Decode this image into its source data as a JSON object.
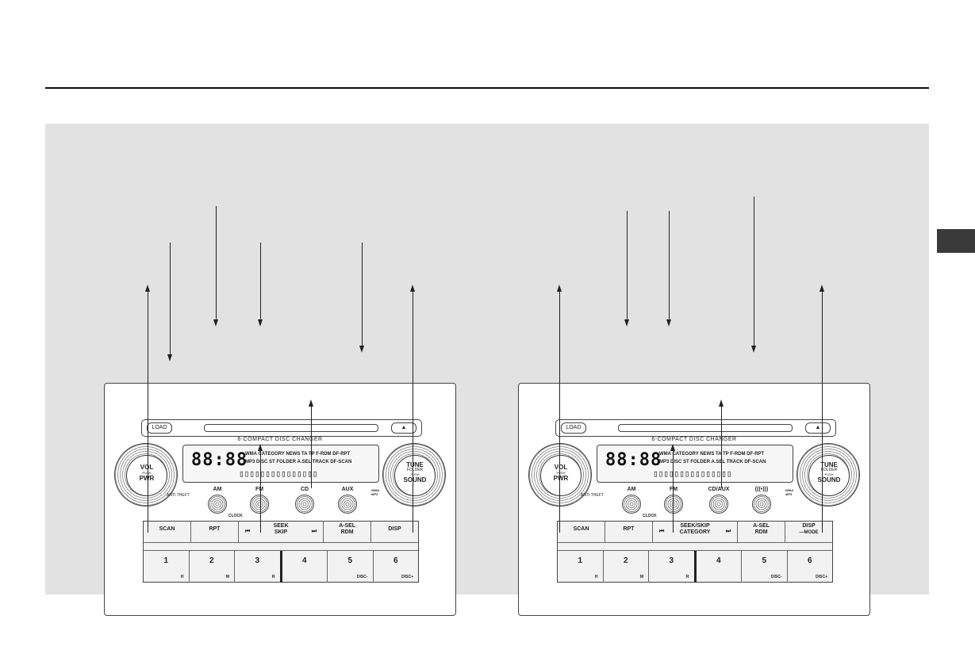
{
  "left_unit": {
    "load_label": "LOAD",
    "eject_label": "▲",
    "changer_label": "6-COMPACT DISC CHANGER",
    "display_digits": "88:88",
    "indicators_top": "WMA CATEGORY NEWS TA TP F-RDM DF-RPT",
    "indicators_bottom": "MP3 DISC ST FOLDER A.SEL TRACK DF-SCAN",
    "vol_knob": {
      "line1": "VOL",
      "line2": "PUSH",
      "line3": "PWR"
    },
    "tune_knob": {
      "line1": "TUNE",
      "line1b": "FOLDER",
      "line2": "PUSH",
      "line3": "SOUND"
    },
    "sources": [
      "AM",
      "FM",
      "CD",
      "AUX"
    ],
    "clock_label": "CLOCK",
    "anti_theft_label": "ANTI THEFT",
    "function_buttons": {
      "scan": "SCAN",
      "rpt": "RPT",
      "seek_top": "SEEK",
      "seek_bottom": "SKIP",
      "asel_top": "A-SEL",
      "asel_bottom": "RDM",
      "disp": "DISP"
    },
    "presets": [
      {
        "num": "1",
        "sub": "H"
      },
      {
        "num": "2",
        "sub": "M"
      },
      {
        "num": "3",
        "sub": "R"
      },
      {
        "num": "4",
        "sub": ""
      },
      {
        "num": "5",
        "sub": "DISC-"
      },
      {
        "num": "6",
        "sub": "DISC+"
      }
    ]
  },
  "right_unit": {
    "load_label": "LOAD",
    "eject_label": "▲",
    "changer_label": "6-COMPACT DISC CHANGER",
    "display_digits": "88:88",
    "indicators_top": "WMA CATEGORY NEWS TA TP F-RDM DF-RPT",
    "indicators_bottom": "MP3 DISC ST FOLDER A.SEL TRACK DF-SCAN",
    "vol_knob": {
      "line1": "VOL",
      "line2": "PUSH",
      "line3": "PWR"
    },
    "tune_knob": {
      "line1": "TUNE",
      "line1b": "FOLDER",
      "line2": "PUSH",
      "line3": "SOUND"
    },
    "sources": [
      "AM",
      "FM",
      "CD/AUX",
      "(((•)))"
    ],
    "clock_label": "CLOCK",
    "anti_theft_label": "ANTI THEFT",
    "function_buttons": {
      "scan": "SCAN",
      "rpt": "RPT",
      "seek_top": "SEEK/SKIP",
      "seek_bottom": "CATEGORY",
      "asel_top": "A-SEL",
      "asel_bottom": "RDM",
      "disp": "DISP",
      "disp_sub": "—MODE"
    },
    "presets": [
      {
        "num": "1",
        "sub": "H"
      },
      {
        "num": "2",
        "sub": "M"
      },
      {
        "num": "3",
        "sub": "R"
      },
      {
        "num": "4",
        "sub": ""
      },
      {
        "num": "5",
        "sub": "DISC-"
      },
      {
        "num": "6",
        "sub": "DISC+"
      }
    ]
  }
}
